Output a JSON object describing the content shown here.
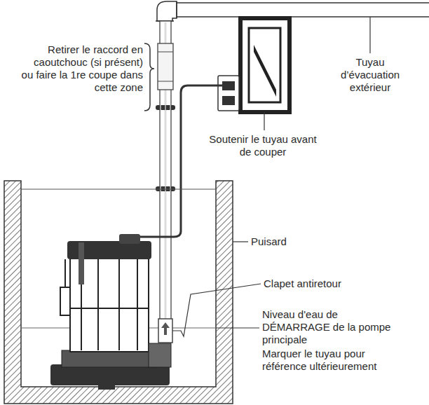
{
  "diagram": {
    "labels": [
      "Retirer le raccord en caoutchouc (si présent) ou faire la 1re coupe dans cette zone",
      "Tuyau d’évacuation extérieur",
      "Soutenir le tuyau avant de couper",
      "Puisard",
      "Clapet antiretour",
      "Niveau d'eau de DÉMARRAGE de la pompe principale",
      "Marquer le tuyau pour référence ultérieurement"
    ]
  }
}
